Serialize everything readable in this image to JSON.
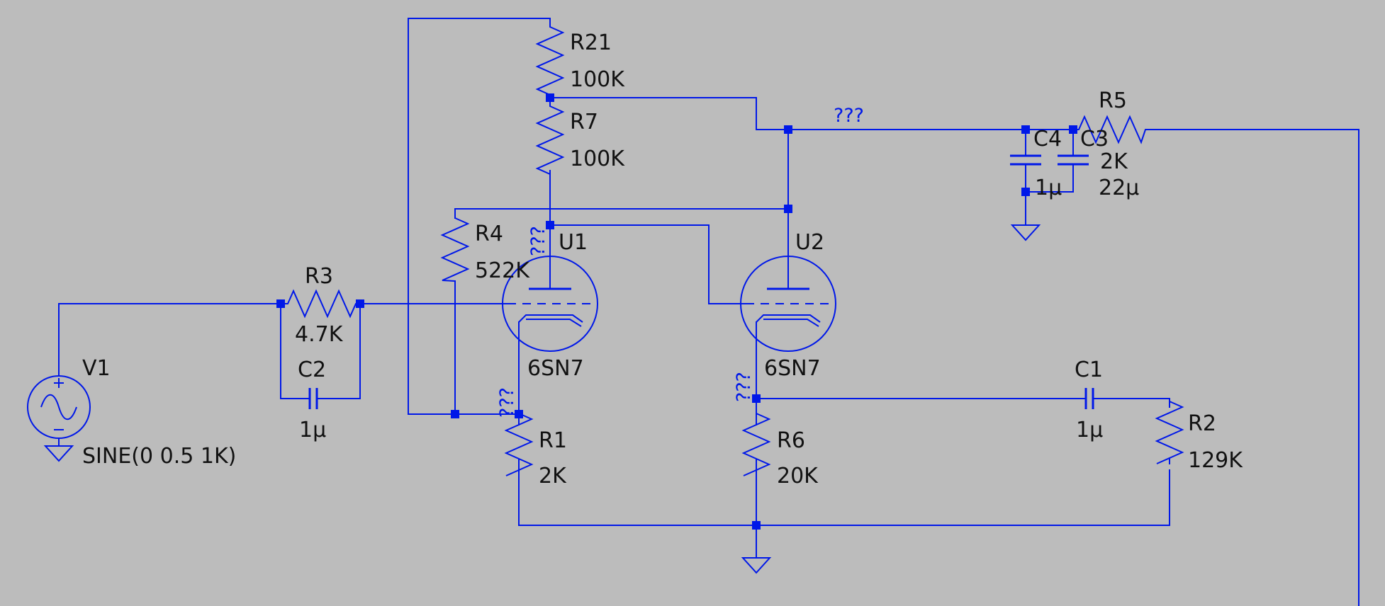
{
  "colors": {
    "background": "#bcbcbc",
    "wire": "#0018e8",
    "label": "#111111"
  },
  "net_label": "???",
  "components": {
    "R21": {
      "name": "R21",
      "value": "100K"
    },
    "R7": {
      "name": "R7",
      "value": "100K"
    },
    "R4": {
      "name": "R4",
      "value": "522K"
    },
    "R3": {
      "name": "R3",
      "value": "4.7K"
    },
    "C2": {
      "name": "C2",
      "value": "1µ"
    },
    "V1": {
      "name": "V1",
      "value": "SINE(0 0.5 1K)"
    },
    "U1": {
      "name": "U1",
      "value": "6SN7"
    },
    "U2": {
      "name": "U2",
      "value": "6SN7"
    },
    "R1": {
      "name": "R1",
      "value": "2K"
    },
    "R6": {
      "name": "R6",
      "value": "20K"
    },
    "C1": {
      "name": "C1",
      "value": "1µ"
    },
    "R2": {
      "name": "R2",
      "value": "129K"
    },
    "C4": {
      "name": "C4",
      "value": "1µ"
    },
    "C3": {
      "name": "C3",
      "value": "22µ"
    },
    "R5": {
      "name": "R5",
      "value": "2K"
    }
  }
}
